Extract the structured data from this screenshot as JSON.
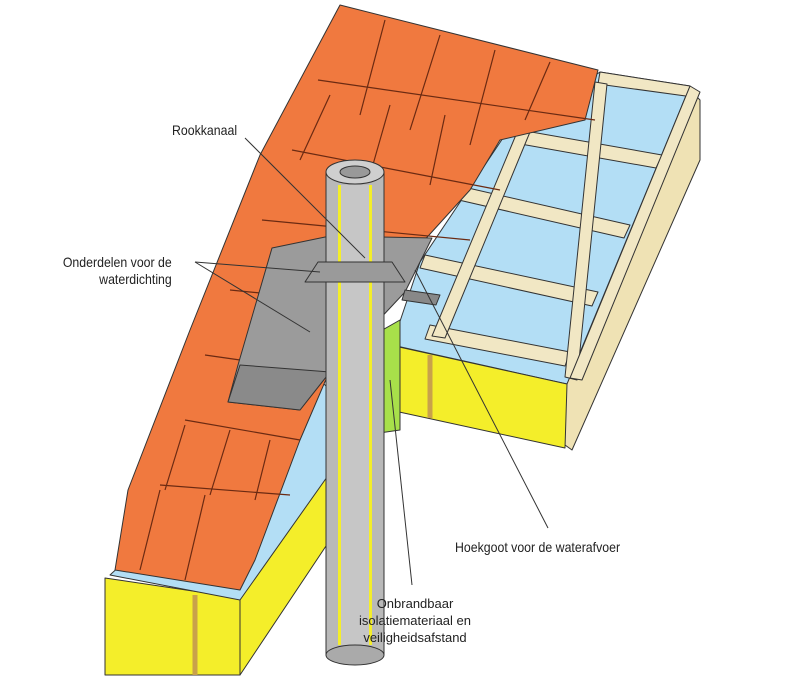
{
  "labels": {
    "rookkanaal": "Rookkanaal",
    "waterdichting_1": "Onderdelen voor de",
    "waterdichting_2": "waterdichting",
    "hoekgoot": "Hoekgoot voor de waterafvoer",
    "onbrandbaar_1": "Onbrandbaar",
    "onbrandbaar_2": "isolatiemateriaal en",
    "onbrandbaar_3": "veiligheidsafstand"
  },
  "colors": {
    "tile": "#f0793f",
    "membrane": "#b3def5",
    "insulation": "#f4ee2a",
    "batten": "#f1e7c4",
    "flashing": "#9b9b9b",
    "pipe": "#b9b9b9",
    "fire_insulation": "#a8e04a"
  }
}
